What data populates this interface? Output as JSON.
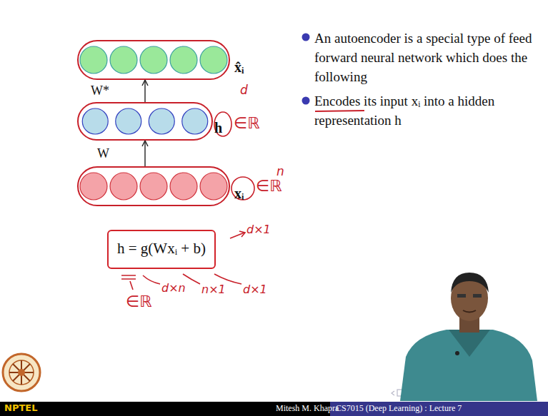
{
  "diagram": {
    "nodes": [
      {
        "text": [
          "x̂ᵢ"
        ]
      },
      {
        "text": [
          "h"
        ]
      },
      {
        "text": [
          "xᵢ"
        ]
      },
      {
        "text": [
          "h = g(Wxᵢ + b)"
        ]
      }
    ],
    "edges": [
      {
        "from": 2,
        "to": 1,
        "arrow": "to",
        "label": "W"
      },
      {
        "from": 1,
        "to": 0,
        "arrow": "to",
        "label": "W*"
      }
    ],
    "labels": [
      "An autoencoder is a special type of feed forward neural network which does the following",
      "Encodes its input xᵢ into a hidden representation h",
      "d",
      "∈ℝ",
      "n",
      "∈ℝ",
      "d×1",
      "n×1",
      "d×1",
      "d×n",
      "∈ℝ",
      "Mitesh M. Khapra",
      "CS7015 (Deep Learning) : Lecture 7",
      "NPTEL"
    ]
  }
}
